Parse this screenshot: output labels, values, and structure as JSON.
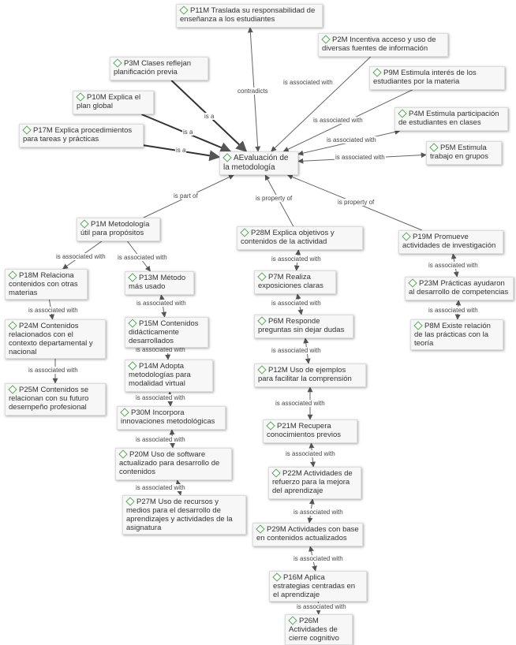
{
  "diagram": {
    "nodes": [
      {
        "id": "P11M",
        "text": "P11M Traslada su responsabilidad de enseñanza a los estudiantes"
      },
      {
        "id": "P2M",
        "text": "P2M Incentiva acceso y uso de diversas fuentes de información"
      },
      {
        "id": "P3M",
        "text": "P3M Clases reflejan planificación previa"
      },
      {
        "id": "P9M",
        "text": "P9M Estimula interés de los estudiantes por la materia"
      },
      {
        "id": "P10M",
        "text": "P10M Explica el plan global"
      },
      {
        "id": "P4M",
        "text": "P4M Estimula participación de estudiantes en clases"
      },
      {
        "id": "P17M",
        "text": "P17M Explica procedimientos para tareas y prácticas"
      },
      {
        "id": "P5M",
        "text": "P5M Estimula trabajo en grupos"
      },
      {
        "id": "AEV",
        "text": "AEvaluación de la metodología"
      },
      {
        "id": "P1M",
        "text": "P1M Metodología útil para propósitos"
      },
      {
        "id": "P28M",
        "text": "P28M Explica objetivos y contenidos de la actividad"
      },
      {
        "id": "P19M",
        "text": "P19M Promueve actividades de investigación"
      },
      {
        "id": "P18M",
        "text": "P18M Relaciona contenidos con otras materias"
      },
      {
        "id": "P13M",
        "text": "P13M Método más usado"
      },
      {
        "id": "P7M",
        "text": "P7M Realiza exposiciones claras"
      },
      {
        "id": "P23M",
        "text": "P23M Prácticas ayudaron al desarrollo de competencias"
      },
      {
        "id": "P6M",
        "text": "P6M Responde preguntas sin dejar dudas"
      },
      {
        "id": "P24M",
        "text": "P24M Contenidos relacionados con el contexto departamental y nacional"
      },
      {
        "id": "P15M",
        "text": "P15M Contenidos didácticamente desarrollados"
      },
      {
        "id": "P8M",
        "text": "P8M Existe relación de las prácticas con la teoría"
      },
      {
        "id": "P12M",
        "text": "P12M Uso de ejemplos para facilitar la comprensión"
      },
      {
        "id": "P14M",
        "text": "P14M Adopta metodologías para modalidad virtual"
      },
      {
        "id": "P25M",
        "text": "P25M Contenidos se relacionan con su futuro desempeño profesional"
      },
      {
        "id": "P30M",
        "text": "P30M Incorpora innovaciones metodológicas"
      },
      {
        "id": "P21M",
        "text": "P21M Recupera conocimientos previos"
      },
      {
        "id": "P20M",
        "text": "P20M Uso de software actualizado para desarrollo de contenidos"
      },
      {
        "id": "P22M",
        "text": "P22M Actividades de refuerzo para la mejora del aprendizaje"
      },
      {
        "id": "P27M",
        "text": "P27M Uso de recursos y medios para el desarrollo de aprendizajes y actividades de la asignatura"
      },
      {
        "id": "P29M",
        "text": "P29M Actividades con base en contenidos actualizados"
      },
      {
        "id": "P16M",
        "text": "P16M Aplica estrategias centradas en el aprendizaje"
      },
      {
        "id": "P26M",
        "text": "P26M Actividades de cierre cognitivo"
      }
    ],
    "edges": [
      {
        "from": "P11M",
        "to": "AEV",
        "label": "contradicts"
      },
      {
        "from": "P2M",
        "to": "AEV",
        "label": "is associated with"
      },
      {
        "from": "P3M",
        "to": "AEV",
        "label": "is a"
      },
      {
        "from": "P9M",
        "to": "AEV",
        "label": "is associated with"
      },
      {
        "from": "P10M",
        "to": "AEV",
        "label": "is a"
      },
      {
        "from": "P4M",
        "to": "AEV",
        "label": "is associated with"
      },
      {
        "from": "P17M",
        "to": "AEV",
        "label": "is a"
      },
      {
        "from": "P5M",
        "to": "AEV",
        "label": "is associated with"
      },
      {
        "from": "P1M",
        "to": "AEV",
        "label": "is part of"
      },
      {
        "from": "P28M",
        "to": "AEV",
        "label": "is property of"
      },
      {
        "from": "P19M",
        "to": "AEV",
        "label": "is property of"
      },
      {
        "from": "P1M",
        "to": "P18M",
        "label": "is associated with"
      },
      {
        "from": "P1M",
        "to": "P13M",
        "label": "is associated with"
      },
      {
        "from": "P18M",
        "to": "P24M",
        "label": "is associated with"
      },
      {
        "from": "P24M",
        "to": "P25M",
        "label": "is associated with"
      },
      {
        "from": "P13M",
        "to": "P15M",
        "label": "is associated with"
      },
      {
        "from": "P15M",
        "to": "P14M",
        "label": "is associated with"
      },
      {
        "from": "P14M",
        "to": "P30M",
        "label": "is associated with"
      },
      {
        "from": "P30M",
        "to": "P20M",
        "label": "is associated with"
      },
      {
        "from": "P20M",
        "to": "P27M",
        "label": "is associated with"
      },
      {
        "from": "P28M",
        "to": "P7M",
        "label": "is associated with"
      },
      {
        "from": "P7M",
        "to": "P6M",
        "label": "is associated with"
      },
      {
        "from": "P6M",
        "to": "P12M",
        "label": "is associated with"
      },
      {
        "from": "P12M",
        "to": "P21M",
        "label": "is associated with"
      },
      {
        "from": "P21M",
        "to": "P22M",
        "label": "is associated with"
      },
      {
        "from": "P22M",
        "to": "P29M",
        "label": "is associated with"
      },
      {
        "from": "P29M",
        "to": "P16M",
        "label": "is associated with"
      },
      {
        "from": "P16M",
        "to": "P26M",
        "label": "is associated with"
      },
      {
        "from": "P19M",
        "to": "P23M",
        "label": "is associated with"
      },
      {
        "from": "P23M",
        "to": "P8M",
        "label": "is associated with"
      }
    ]
  }
}
